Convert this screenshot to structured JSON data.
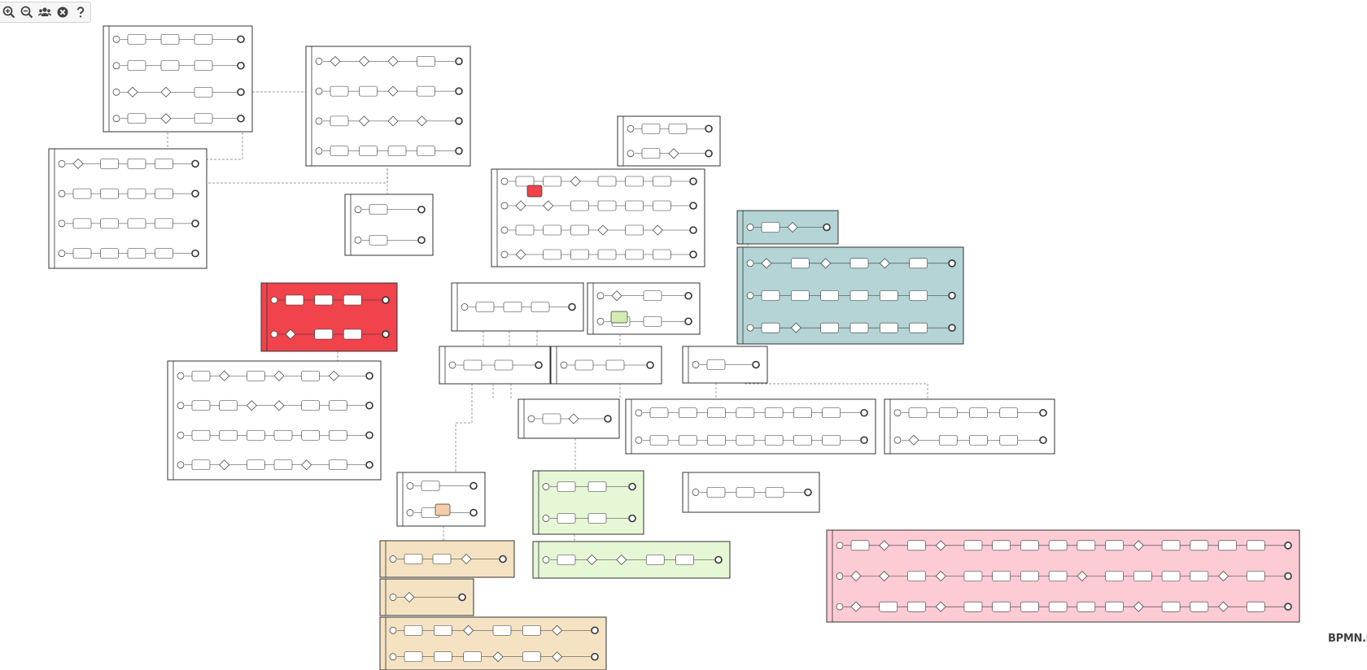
{
  "toolbar": {
    "items": [
      {
        "name": "zoom-in-icon"
      },
      {
        "name": "zoom-out-icon"
      },
      {
        "name": "users-icon"
      },
      {
        "name": "close-circle-icon"
      },
      {
        "name": "help-icon"
      }
    ]
  },
  "watermark": "BPMN.iO",
  "colors": {
    "stroke": "#333333",
    "fill_default": "#ffffff",
    "fill_red": "#f0434c",
    "fill_teal": "#b4d4d6",
    "fill_green": "#e6f7d6",
    "fill_beige": "#f4e2c2",
    "fill_pink": "#fdcbd4",
    "fill_task_green": "#d4ecb0",
    "fill_task_orange": "#f6cda8",
    "fill_task_red": "#f0434c"
  },
  "pools": [
    {
      "id": "p01",
      "fill": "default"
    },
    {
      "id": "p02",
      "fill": "default"
    },
    {
      "id": "p03",
      "fill": "default"
    },
    {
      "id": "p04",
      "fill": "default"
    },
    {
      "id": "p05",
      "fill": "default"
    },
    {
      "id": "p06",
      "fill": "default"
    },
    {
      "id": "p07",
      "fill": "teal"
    },
    {
      "id": "p08",
      "fill": "teal"
    },
    {
      "id": "p09",
      "fill": "red"
    },
    {
      "id": "p10",
      "fill": "default"
    },
    {
      "id": "p11",
      "fill": "default"
    },
    {
      "id": "p12",
      "fill": "default"
    },
    {
      "id": "p13",
      "fill": "default"
    },
    {
      "id": "p14",
      "fill": "default"
    },
    {
      "id": "p15",
      "fill": "default"
    },
    {
      "id": "p16",
      "fill": "default"
    },
    {
      "id": "p17",
      "fill": "default"
    },
    {
      "id": "p18",
      "fill": "default"
    },
    {
      "id": "p19",
      "fill": "default"
    },
    {
      "id": "p20",
      "fill": "green"
    },
    {
      "id": "p21",
      "fill": "green"
    },
    {
      "id": "p22",
      "fill": "default"
    },
    {
      "id": "p23",
      "fill": "beige"
    },
    {
      "id": "p24",
      "fill": "beige"
    },
    {
      "id": "p25",
      "fill": "beige"
    },
    {
      "id": "p26",
      "fill": "pink"
    }
  ]
}
